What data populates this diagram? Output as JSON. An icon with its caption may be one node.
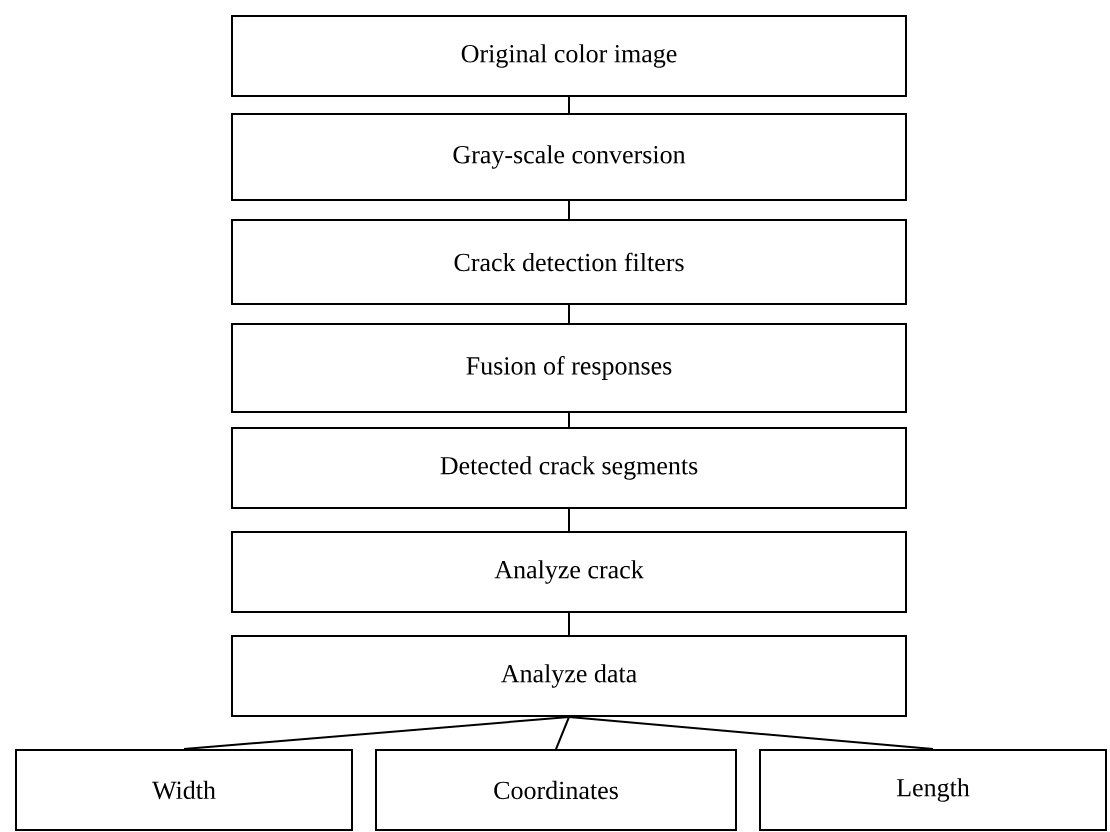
{
  "diagram": {
    "nodes": [
      {
        "text": [
          "Original color image"
        ]
      },
      {
        "text": [
          "Gray-scale conversion"
        ]
      },
      {
        "text": [
          "Crack detection filters"
        ]
      },
      {
        "text": [
          "Fusion of responses"
        ]
      },
      {
        "text": [
          "Detected crack segments"
        ]
      },
      {
        "text": [
          "Analyze crack"
        ]
      },
      {
        "text": [
          "Analyze data"
        ]
      },
      {
        "text": [
          "Width"
        ]
      },
      {
        "text": [
          "Coordinates"
        ]
      },
      {
        "text": [
          "Length"
        ]
      }
    ],
    "edges": [
      {
        "from": 0,
        "to": 1,
        "arrow": "none"
      },
      {
        "from": 1,
        "to": 2,
        "arrow": "none"
      },
      {
        "from": 2,
        "to": 3,
        "arrow": "none"
      },
      {
        "from": 3,
        "to": 4,
        "arrow": "none"
      },
      {
        "from": 4,
        "to": 5,
        "arrow": "none"
      },
      {
        "from": 5,
        "to": 6,
        "arrow": "none"
      },
      {
        "from": 6,
        "to": 7,
        "arrow": "none"
      },
      {
        "from": 6,
        "to": 8,
        "arrow": "none"
      },
      {
        "from": 6,
        "to": 9,
        "arrow": "none"
      }
    ]
  }
}
